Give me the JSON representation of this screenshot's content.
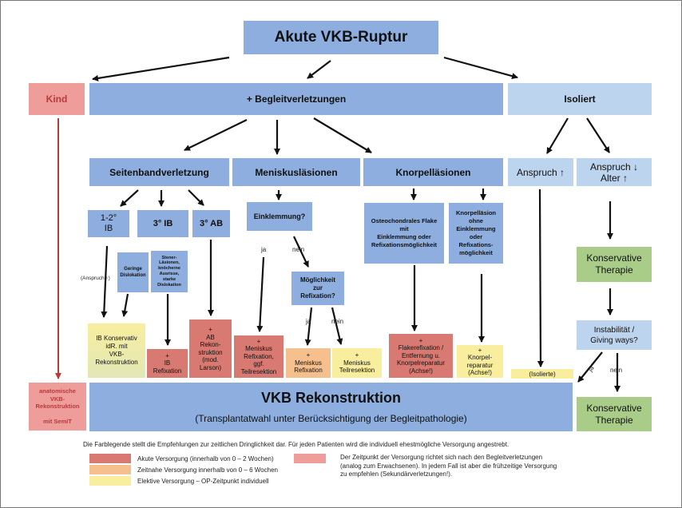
{
  "title": "Akute VKB-Ruptur",
  "level1": {
    "kind": "Kind",
    "begleit": "+ Begleitverletzungen",
    "isoliert": "Isoliert"
  },
  "level2": {
    "seitenband": "Seitenbandverletzung",
    "meniskus": "Meniskusläsionen",
    "knorpel": "Knorpelläsionen",
    "anspruch_up": "Anspruch ↑",
    "anspruch_down": "Anspruch ↓\nAlter ↑"
  },
  "seitenband": {
    "grade12": "1-2°\nIB",
    "grade3ib": "3° IB",
    "grade3ab": "3° AB",
    "geringe": "Geringe\nDislokation",
    "stener": "Stener-\nLäsionen,\nknöcherne\nAusrisse,\nstarke\nDislokation",
    "anspruch_note": "(Anspruch ↑)",
    "konservativ": "IB Konservativ\nidR. mit\nVKB-\nRekonstruktion",
    "ib_refixation": "+\nIB\nRefixation",
    "ab_rekon": "+\nAB\nRekon-\nstruktion\n(mod.\nLarson)"
  },
  "meniskus": {
    "einklemmung": "Einklemmung?",
    "ja": "ja",
    "nein": "nein",
    "moeglichkeit": "Möglichkeit\nzur\nRefixation?",
    "ja2": "ja",
    "nein2": "nein",
    "refix_ggf": "+\nMeniskus\nRefixation,\nggf.\nTeilresektion",
    "refixation": "+\nMeniskus\nRefixation",
    "teilresektion": "+\nMeniskus\nTeilresektion"
  },
  "knorpel": {
    "osteochondral": "Osteochondrales Flake\nmit\nEinklemmung oder\nRefixationsmöglichkeit",
    "ohne": "Knorpelläsion\nohne\nEinklemmung\noder\nRefixations-\nmöglichkeit",
    "flake_refix": "+\nFlakerefixation /\nEntfernung u.\nKnorpelreparatur\n(Achse!)",
    "knorpelreparatur": "+\nKnorpel-\nreparatur\n(Achse!)"
  },
  "isoliert_branch": {
    "isolierte": "(Isolierte)",
    "konservativ": "Konservative\nTherapie",
    "instabilitaet": "Instabilität /\nGiving ways?",
    "ja": "ja",
    "nein": "nein",
    "konservativ2": "Konservative\nTherapie"
  },
  "kind_result": "anatomische\nVKB-\nRekonstruktion\n\nmit SemiT",
  "vkb": {
    "title": "VKB Rekonstruktion",
    "subtitle": "(Transplantatwahl unter Berücksichtigung der Begleitpathologie)"
  },
  "legend": {
    "intro": "Die Farblegende stellt die Empfehlungen zur zeitlichen Dringlichkeit dar. Für jeden Patienten wird die individuell ehestmögliche Versorgung angestrebt.",
    "akut": "Akute Versorgung (innerhalb von 0 – 2 Wochen)",
    "zeitnah": "Zeitnahe Versorgung innerhalb von 0 – 6 Wochen",
    "elektiv": "Elektive Versorgung – OP-Zeitpunkt individuell",
    "kind_note": "Der Zeitpunkt der Versorgung richtet sich nach den Begleitverletzungen\n(analog zum Erwachsenen). In jedem Fall ist aber die frühzeitige Versorgung\nzu empfehlen (Sekundärverletzungen!).",
    "colors": {
      "akut": "#d87a72",
      "zeitnah": "#f6c08e",
      "elektiv": "#f8ee9e",
      "kind": "#ee9d9b"
    }
  }
}
